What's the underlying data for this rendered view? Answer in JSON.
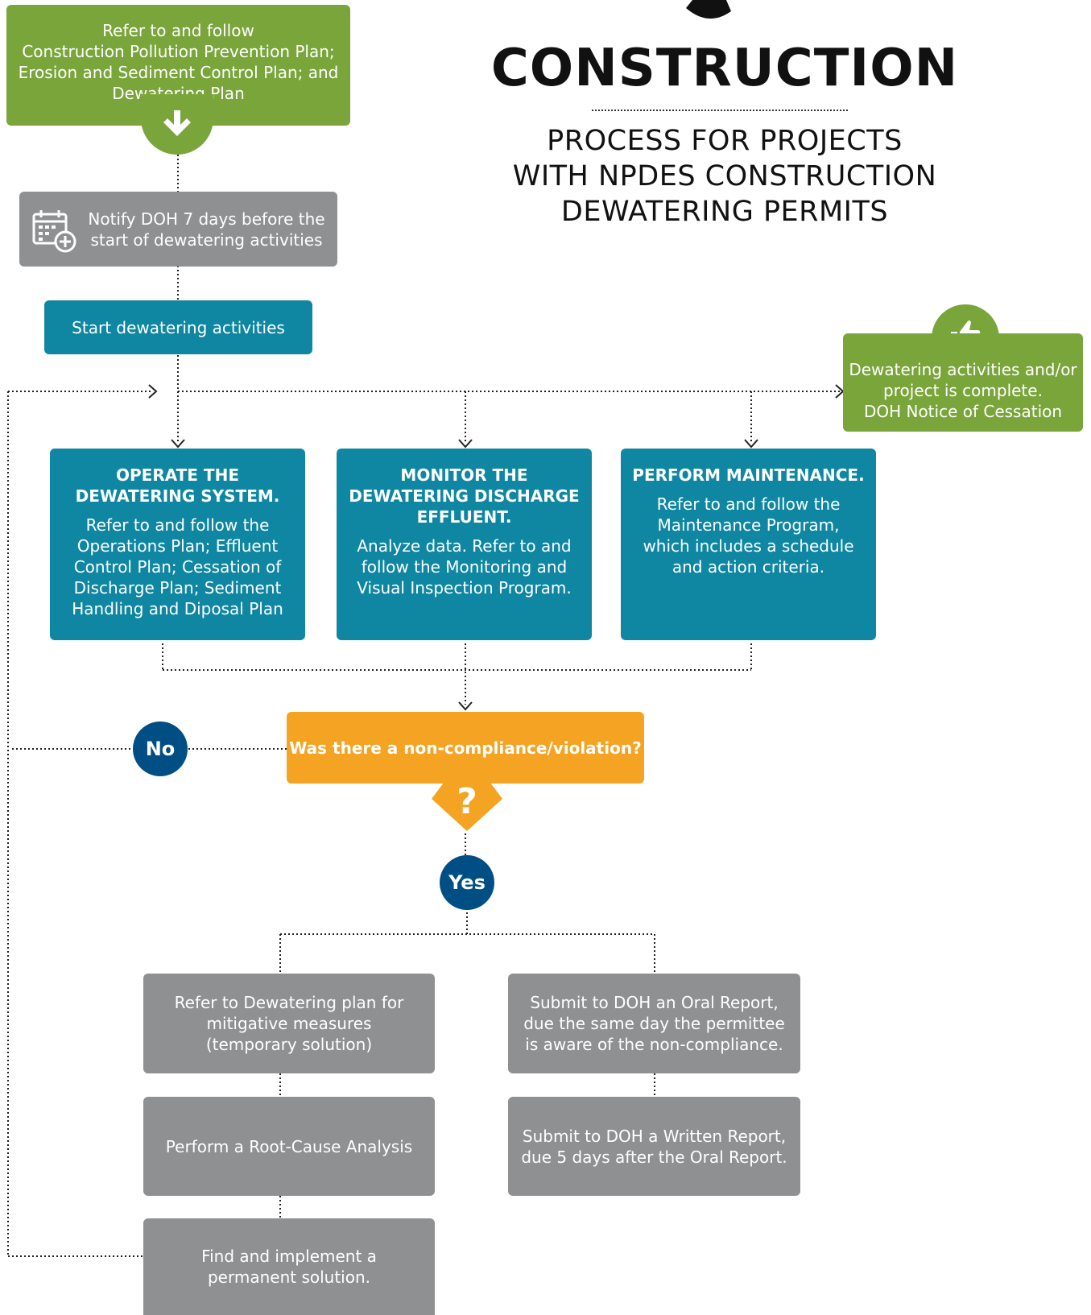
{
  "title": "CONSTRUCTION",
  "subtitle": "PROCESS FOR PROJECTS\nWITH NPDES CONSTRUCTION\nDEWATERING PERMITS",
  "colors": {
    "green": "#7aa53b",
    "gray": "#8f9092",
    "teal": "#0f87a2",
    "orange": "#f5a322",
    "navy": "#004f84"
  },
  "icons": {
    "top": "hard-hat-icon",
    "arrow": "arrow-down-icon",
    "calendar": "calendar-add-icon",
    "thumb": "thumbs-up-icon",
    "question": "question-mark-icon"
  },
  "steps": {
    "refer_plans": "Refer to and follow\nConstruction Pollution Prevention Plan;\nErosion and Sediment Control Plan; and\nDewatering Plan",
    "notify": "Notify DOH 7 days before the\nstart of dewatering activities",
    "start": "Start dewatering activities",
    "complete": "Dewatering activities and/or\nproject is complete.\nDOH Notice of Cessation",
    "operate_title": "OPERATE THE\nDEWATERING SYSTEM.",
    "operate_body": "Refer to and follow the\nOperations Plan; Effluent\nControl Plan; Cessation of\nDischarge Plan; Sediment\nHandling and Diposal Plan",
    "monitor_title": "MONITOR THE\nDEWATERING DISCHARGE\nEFFLUENT.",
    "monitor_body": "Analyze data. Refer to and\nfollow the Monitoring and\nVisual Inspection Program.",
    "maintain_title": "PERFORM MAINTENANCE.",
    "maintain_body": "Refer to and follow the\nMaintenance Program,\nwhich includes a schedule\nand action criteria.",
    "question": "Was there a non-compliance/violation?",
    "no": "No",
    "yes": "Yes",
    "mitigate": "Refer to Dewatering plan for\nmitigative measures\n(temporary solution)",
    "root_cause": "Perform a Root-Cause Analysis",
    "permanent": "Find and implement a\npermanent solution.",
    "oral": "Submit to DOH an Oral Report,\ndue the same day the permittee\nis aware of the non-compliance.",
    "written": "Submit to DOH a Written Report,\ndue 5 days after the Oral Report."
  }
}
